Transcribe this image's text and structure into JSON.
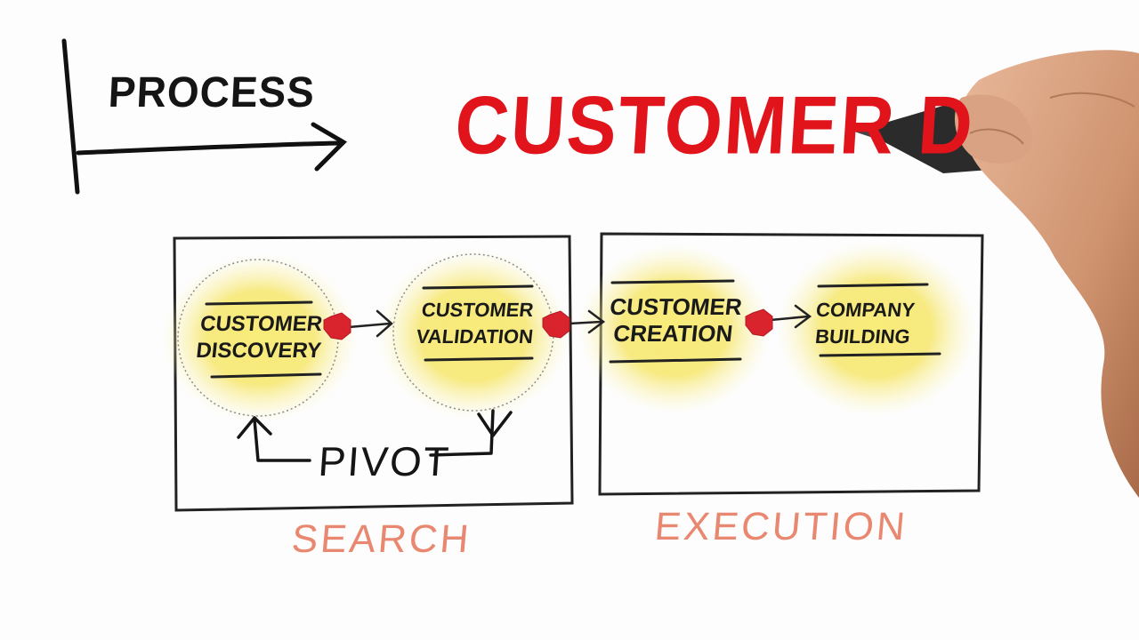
{
  "heading": {
    "process": "PROCESS",
    "title": "CUSTOMER D"
  },
  "stages": [
    {
      "line1": "CUSTOMER",
      "line2": "DISCOVERY"
    },
    {
      "line1": "CUSTOMER",
      "line2": "VALIDATION"
    },
    {
      "line1": "CUSTOMER",
      "line2": "CREATION"
    },
    {
      "line1": "COMPANY",
      "line2": "BUILDING"
    }
  ],
  "sections": {
    "search": "SEARCH",
    "execution": "EXECUTION"
  },
  "pivot": "PIVOT",
  "colors": {
    "title": "#e1141c",
    "section_label": "#e98870",
    "glow": "#f6e66a",
    "stop_marker": "#d9232d",
    "ink": "#151515"
  },
  "icons": {
    "pen": "marker-pen-in-hand-icon"
  }
}
